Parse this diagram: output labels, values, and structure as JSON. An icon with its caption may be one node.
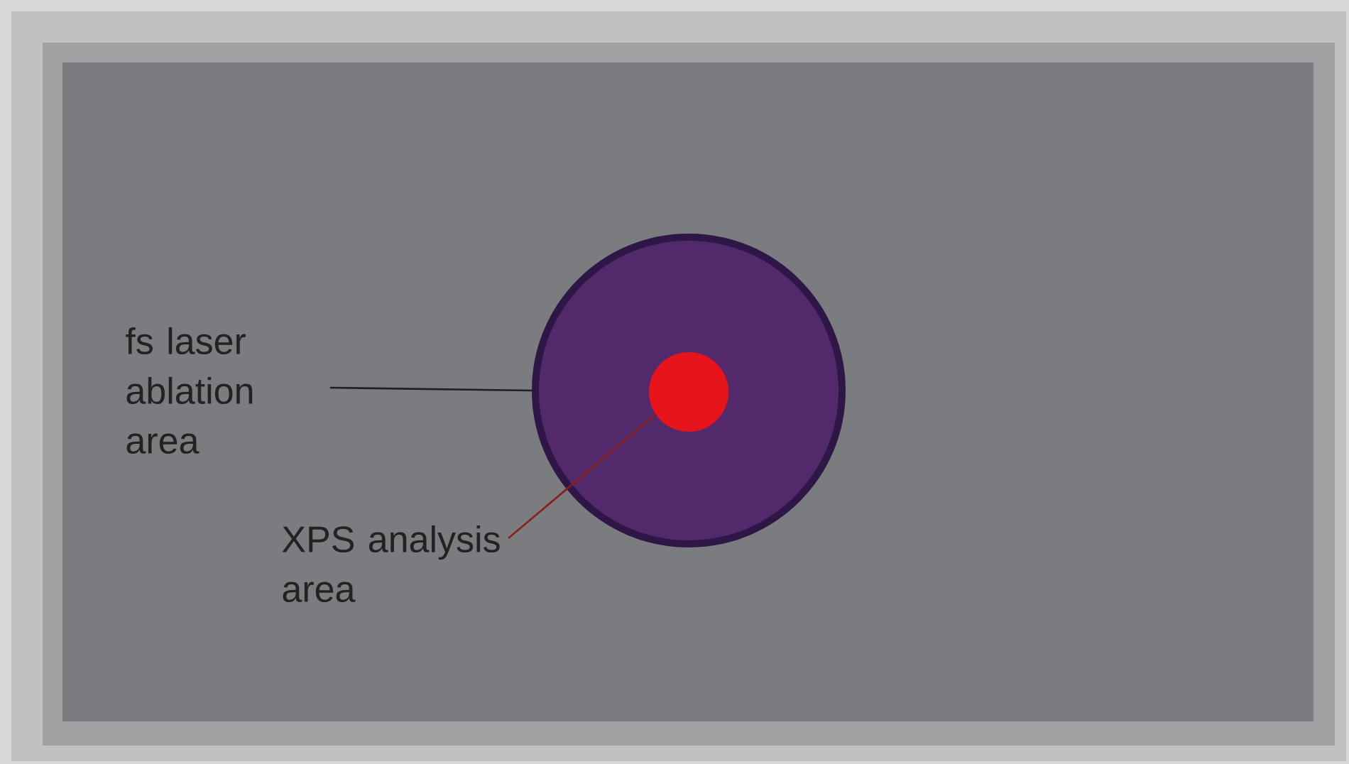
{
  "diagram": {
    "nodes": [
      {
        "text": [
          "fs laser ablation area"
        ]
      },
      {
        "text": [
          "XPS analysis area"
        ]
      },
      {
        "text": [],
        "shape": "circle"
      },
      {
        "text": [],
        "shape": "circle",
        "in": 2
      }
    ],
    "edges": [
      {
        "from": 0,
        "to": 2,
        "arrow": "none"
      },
      {
        "from": 1,
        "to": 3,
        "arrow": "none",
        "color": "#8a1c1c"
      }
    ]
  }
}
